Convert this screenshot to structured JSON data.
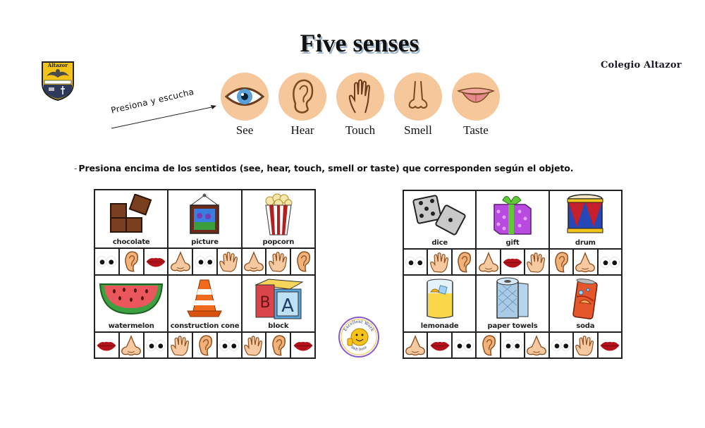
{
  "header": {
    "title": "Five senses",
    "school_name": "Colegio Altazor",
    "crest_text": "Altazor"
  },
  "prompt": {
    "arrow_label": "Presiona y escucha"
  },
  "senses": [
    {
      "key": "see",
      "label": "See",
      "icon": "eye-icon"
    },
    {
      "key": "hear",
      "label": "Hear",
      "icon": "ear-icon"
    },
    {
      "key": "touch",
      "label": "Touch",
      "icon": "hand-icon"
    },
    {
      "key": "smell",
      "label": "Smell",
      "icon": "nose-icon"
    },
    {
      "key": "taste",
      "label": "Taste",
      "icon": "mouth-icon"
    }
  ],
  "instruction": {
    "dash": "-",
    "text": "Presiona encima de los sentidos (see, hear, touch, smell or taste) que corresponden según el objeto."
  },
  "colors": {
    "sense_circle": "#f6c79a",
    "grid_border": "#222222",
    "lips": "#b3121b",
    "skin": "#f7c9a0"
  },
  "worksheet_left": {
    "rows": [
      {
        "items": [
          {
            "name": "chocolate",
            "icon": "chocolate-icon",
            "options": [
              "see",
              "hear",
              "taste"
            ]
          },
          {
            "name": "picture",
            "icon": "picture-icon",
            "options": [
              "smell",
              "see",
              "touch"
            ]
          },
          {
            "name": "popcorn",
            "icon": "popcorn-icon",
            "options": [
              "smell",
              "touch",
              "hear"
            ]
          }
        ]
      },
      {
        "items": [
          {
            "name": "watermelon",
            "icon": "watermelon-icon",
            "options": [
              "taste",
              "smell",
              "see"
            ]
          },
          {
            "name": "construction cone",
            "icon": "construction-cone-icon",
            "options": [
              "touch",
              "hear",
              "see"
            ]
          },
          {
            "name": "block",
            "icon": "block-icon",
            "options": [
              "touch",
              "hear",
              "taste"
            ]
          }
        ]
      }
    ]
  },
  "worksheet_right": {
    "rows": [
      {
        "items": [
          {
            "name": "dice",
            "icon": "dice-icon",
            "options": [
              "see",
              "touch",
              "hear"
            ]
          },
          {
            "name": "gift",
            "icon": "gift-icon",
            "options": [
              "smell",
              "taste",
              "touch"
            ]
          },
          {
            "name": "drum",
            "icon": "drum-icon",
            "options": [
              "hear",
              "smell",
              "see"
            ]
          }
        ]
      },
      {
        "items": [
          {
            "name": "lemonade",
            "icon": "lemonade-icon",
            "options": [
              "smell",
              "taste",
              "see"
            ]
          },
          {
            "name": "paper towels",
            "icon": "paper-towels-icon",
            "options": [
              "hear",
              "see",
              "smell"
            ]
          },
          {
            "name": "soda",
            "icon": "soda-icon",
            "options": [
              "see",
              "touch",
              "taste"
            ]
          }
        ]
      }
    ]
  },
  "badge": {
    "top_text": "Excellent Work",
    "bottom_text": "Well Done"
  }
}
